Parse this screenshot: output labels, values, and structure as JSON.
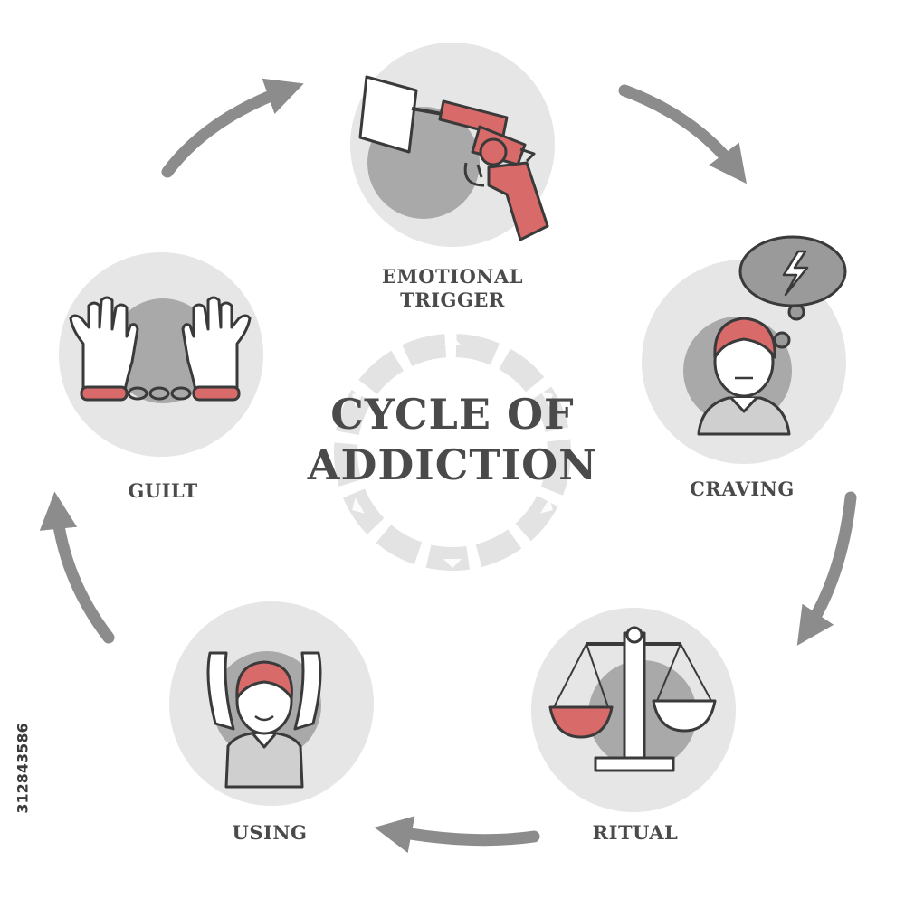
{
  "title": {
    "line1": "CYCLE OF",
    "line2": "ADDICTION"
  },
  "stages": [
    {
      "key": "trigger",
      "line1": "EMOTIONAL",
      "line2": "TRIGGER",
      "icon": "revolver-with-flag-icon"
    },
    {
      "key": "craving",
      "line1": "CRAVING",
      "icon": "person-thinking-lightning-icon"
    },
    {
      "key": "ritual",
      "line1": "RITUAL",
      "icon": "balance-scale-icon"
    },
    {
      "key": "using",
      "line1": "USING",
      "icon": "person-arms-raised-icon"
    },
    {
      "key": "guilt",
      "line1": "GUILT",
      "icon": "handcuffed-hands-icon"
    }
  ],
  "stock_id": "312843586",
  "colors": {
    "accent": "#d86a6a",
    "text": "#4a4a4a",
    "circle_light": "#e6e6e6",
    "circle_dark": "#a9a9a9",
    "arrow": "#8c8c8c",
    "outline": "#3a3a3a"
  }
}
